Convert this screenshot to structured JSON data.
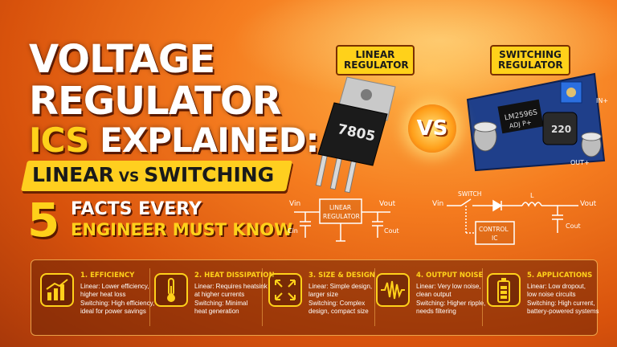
{
  "headline": {
    "line1": "VOLTAGE",
    "line2": "REGULATOR",
    "line3_highlight": "ICS",
    "line3_rest": "EXPLAINED:",
    "banner_left": "LINEAR",
    "banner_vs": "VS",
    "banner_right": "SWITCHING",
    "number": "5",
    "facts_line1": "FACTS EVERY",
    "facts_line2": "ENGINEER MUST KNOW"
  },
  "linear": {
    "tag_line1": "LINEAR",
    "tag_line2": "REGULATOR",
    "chip_marking": "7805",
    "schematic": {
      "vin": "Vin",
      "vout": "Vout",
      "block_line1": "LINEAR",
      "block_line2": "REGULATOR",
      "cin": "Cin",
      "cout": "Cout"
    }
  },
  "vs_label": "VS",
  "switching": {
    "tag_line1": "SWITCHING",
    "tag_line2": "REGULATOR",
    "chip_line1": "LM2596S",
    "chip_line2": "ADJ P+",
    "inductor_marking": "220",
    "pin_in": "IN+",
    "pin_out": "OUT+",
    "schematic": {
      "vin": "Vin",
      "vout": "Vout",
      "switch": "SWITCH",
      "inductor": "L",
      "block_line1": "CONTROL",
      "block_line2": "IC",
      "cout": "Cout"
    }
  },
  "facts": [
    {
      "title": "1. EFFICIENCY",
      "icon": "bar-chart-icon",
      "l1": "Linear: Lower efficiency,",
      "l2": "higher heat loss",
      "l3": "Switching: High efficiency,",
      "l4": "ideal for power savings"
    },
    {
      "title": "2. HEAT DISSIPATION",
      "icon": "thermometer-icon",
      "l1": "Linear: Requires heatsink",
      "l2": "at higher currents",
      "l3": "Switching: Minimal",
      "l4": "heat generation"
    },
    {
      "title": "3. SIZE & DESIGN",
      "icon": "resize-arrows-icon",
      "l1": "Linear: Simple design,",
      "l2": "larger size",
      "l3": "Switching: Complex",
      "l4": "design, compact size"
    },
    {
      "title": "4. OUTPUT NOISE",
      "icon": "waveform-icon",
      "l1": "Linear: Very low noise,",
      "l2": "clean output",
      "l3": "Switching: Higher ripple,",
      "l4": "needs filtering"
    },
    {
      "title": "5. APPLICATIONS",
      "icon": "battery-icon",
      "l1": "Linear: Low dropout,",
      "l2": "low noise circuits",
      "l3": "Switching: High current,",
      "l4": "battery-powered systems"
    }
  ],
  "colors": {
    "accent": "#ffd11a",
    "background": "#f57c1f",
    "dark": "#5a1a00",
    "pcb": "#1f3f8a"
  }
}
